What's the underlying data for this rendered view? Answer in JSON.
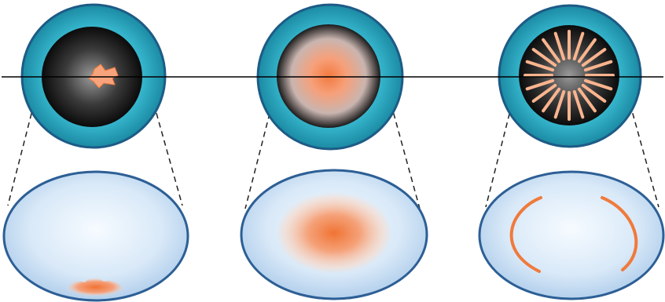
{
  "diagram": {
    "panels": [
      {
        "id": "panel-1",
        "pattern": "irregular-central-opacity"
      },
      {
        "id": "panel-2",
        "pattern": "diffuse-central-opacity"
      },
      {
        "id": "panel-3",
        "pattern": "radial-spoke-opacities"
      }
    ],
    "colors": {
      "outer_ring": "#1f93ab",
      "outer_ring_light": "#2fb1c9",
      "outline": "#1d5b86",
      "pupil_dark": "#0d0d0d",
      "pupil_gray": "#8a8a8a",
      "opacity_orange": "#f07a3c",
      "opacity_light": "#f9b48e",
      "lens_light": "#f2f9ff",
      "lens_blue": "#b7d3ee",
      "lens_outline": "#2d5f95",
      "axis_line": "#000000"
    }
  }
}
